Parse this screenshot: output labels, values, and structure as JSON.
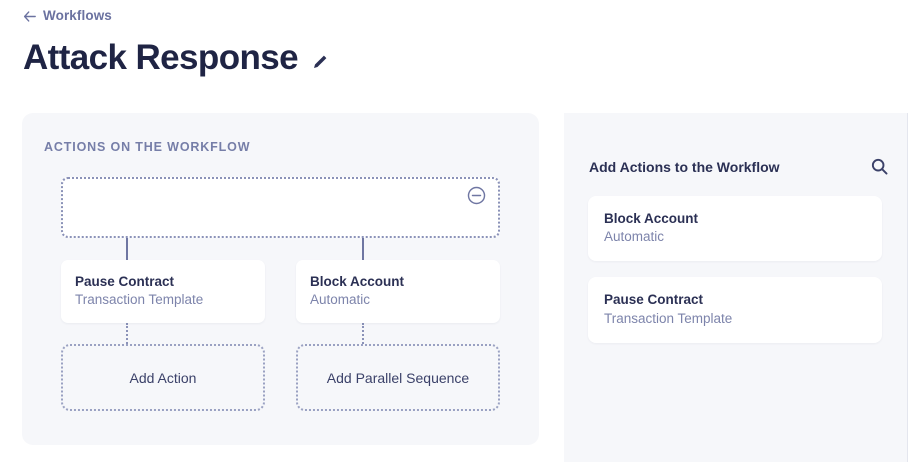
{
  "header": {
    "back_label": "Workflows",
    "back_icon": "arrow-left-icon",
    "title": "Attack Response",
    "edit_icon": "pencil-icon"
  },
  "left_panel": {
    "section_label": "ACTIONS ON THE WORKFLOW",
    "trigger": {
      "remove_icon": "minus-circle-icon",
      "content": ""
    },
    "branches": [
      {
        "action": {
          "name": "Pause Contract",
          "subtitle": "Transaction Template"
        },
        "add_label": "Add Action"
      },
      {
        "action": {
          "name": "Block Account",
          "subtitle": "Automatic"
        },
        "add_label": "Add Parallel Sequence"
      }
    ]
  },
  "right_panel": {
    "heading": "Add Actions to the Workflow",
    "search_icon": "search-icon",
    "items": [
      {
        "name": "Block Account",
        "subtitle": "Automatic"
      },
      {
        "name": "Pause Contract",
        "subtitle": "Transaction Template"
      }
    ]
  },
  "colors": {
    "panel_bg": "#f6f7fa",
    "card_bg": "#ffffff",
    "text_primary": "#2b3054",
    "text_muted": "#7d84ab",
    "dashed_border": "#8b92b8",
    "connector": "#6f76a2"
  }
}
